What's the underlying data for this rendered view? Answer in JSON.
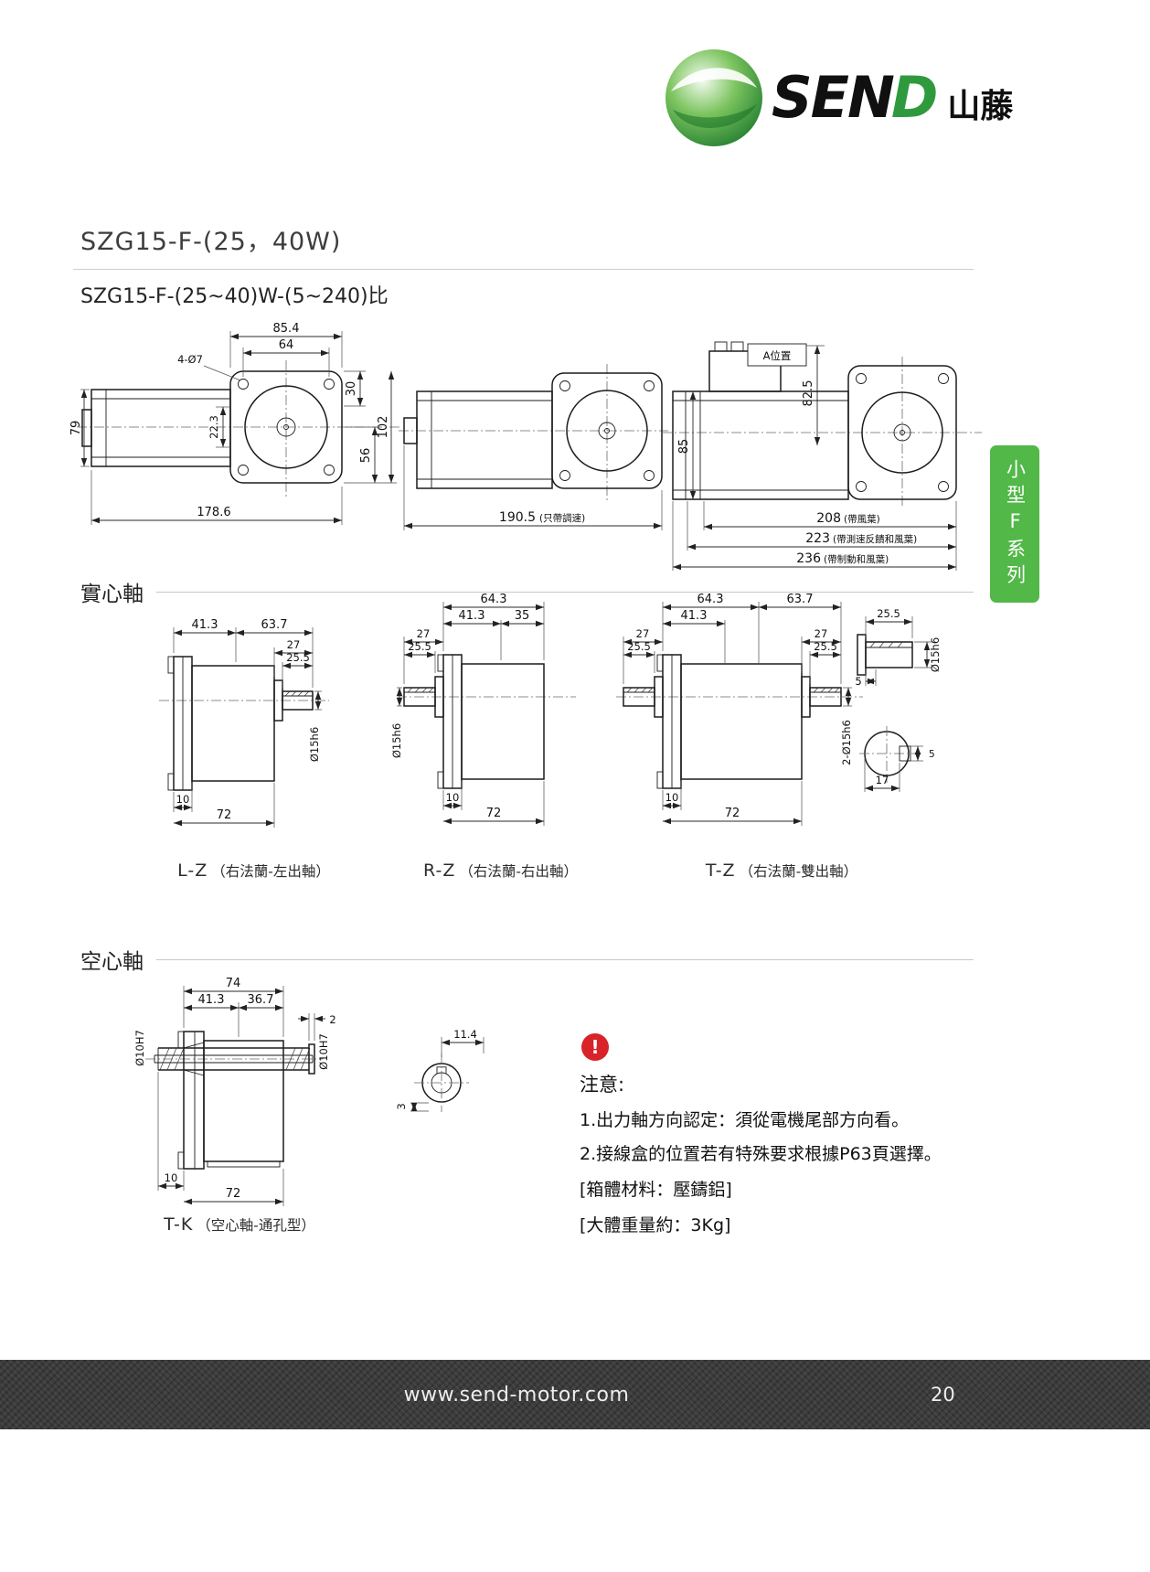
{
  "colors": {
    "tab_green": "#52b848",
    "warning_red": "#d8232a",
    "logo_green": "#2f9a3d",
    "footer_bg": "#3c3c3c"
  },
  "logo": {
    "send_head": "SEN",
    "send_tail": "D",
    "cn": "山藤"
  },
  "header": {
    "title": "SZG15-F-(25，40W)",
    "subtitle": "SZG15-F-(25~40)W-(5~240)比"
  },
  "side_tab": {
    "label": "小型F系列"
  },
  "sections": {
    "solid": "實心軸",
    "hollow": "空心軸"
  },
  "overview": {
    "front": {
      "w_outer": "85.4",
      "w_holes": "64",
      "holes": "4-Ø7",
      "h_top": "30",
      "h_small": "22.3",
      "h_flange": "102",
      "h_bottom": "56",
      "h_body": "79",
      "length": "178.6"
    },
    "speed": {
      "length": "190.5",
      "note": "(只帶調速)"
    },
    "brake": {
      "abox": "A位置",
      "h_box": "82.5",
      "h_body": "85",
      "len1": "208",
      "len1_note": "(帶風葉)",
      "len2": "223",
      "len2_note": "(帶測速反饋和風葉)",
      "len3": "236",
      "len3_note": "(帶制動和風葉)"
    }
  },
  "lz": {
    "name": "L-Z",
    "desc": "（右法蘭-左出軸）",
    "d41": "41.3",
    "d63": "63.7",
    "d27": "27",
    "d25": "25.5",
    "dia": "Ø15h6",
    "d10": "10",
    "d72": "72"
  },
  "rz": {
    "name": "R-Z",
    "desc": "（右法蘭-右出軸）",
    "d64": "64.3",
    "d41": "41.3",
    "d35": "35",
    "d27": "27",
    "d25": "25.5",
    "dia": "Ø15h6",
    "d10": "10",
    "d72": "72"
  },
  "tz": {
    "name": "T-Z",
    "desc": "（右法蘭-雙出軸）",
    "d64": "64.3",
    "d41": "41.3",
    "d63": "63.7",
    "d27l": "27",
    "d25l": "25.5",
    "d27r": "27",
    "d25r": "25.5",
    "dia": "2-Ø15h6",
    "d10": "10",
    "d72": "72"
  },
  "shaft_detail": {
    "d25": "25.5",
    "dia": "Ø15h6",
    "d5a": "5",
    "d17": "17",
    "d5b": "5"
  },
  "tk": {
    "name": "T-K",
    "desc": "（空心軸-通孔型）",
    "d74": "74",
    "d41": "41.3",
    "d36": "36.7",
    "d2": "2",
    "dia_l": "Ø10H7",
    "dia_r": "Ø10H7",
    "d10": "10",
    "d72": "72"
  },
  "bore_detail": {
    "d11": "11.4",
    "d3": "3"
  },
  "notes": {
    "mark": "!",
    "title": "注意:",
    "l1": "1.出力軸方向認定：須從電機尾部方向看。",
    "l2": "2.接線盒的位置若有特殊要求根據P63頁選擇。",
    "l3": "[箱體材料：壓鑄鋁]",
    "l4": "[大體重量約：3Kg]"
  },
  "footer": {
    "url": "www.send-motor.com",
    "page": "20"
  }
}
